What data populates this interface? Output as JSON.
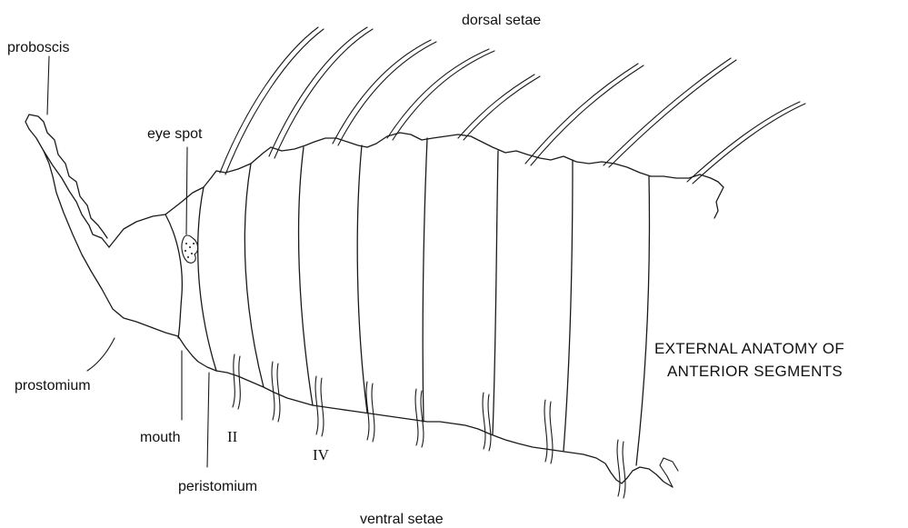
{
  "labels": {
    "proboscis": "proboscis",
    "eye_spot": "eye spot",
    "dorsal_setae": "dorsal setae",
    "prostomium": "prostomium",
    "mouth": "mouth",
    "peristomium": "peristomium",
    "segment_two": "II",
    "segment_four": "IV",
    "ventral_setae": "ventral setae"
  },
  "title": {
    "line1": "EXTERNAL ANATOMY OF",
    "line2": "ANTERIOR SEGMENTS"
  },
  "icons": {
    "eye_spot": "stippled-eye-spot"
  }
}
